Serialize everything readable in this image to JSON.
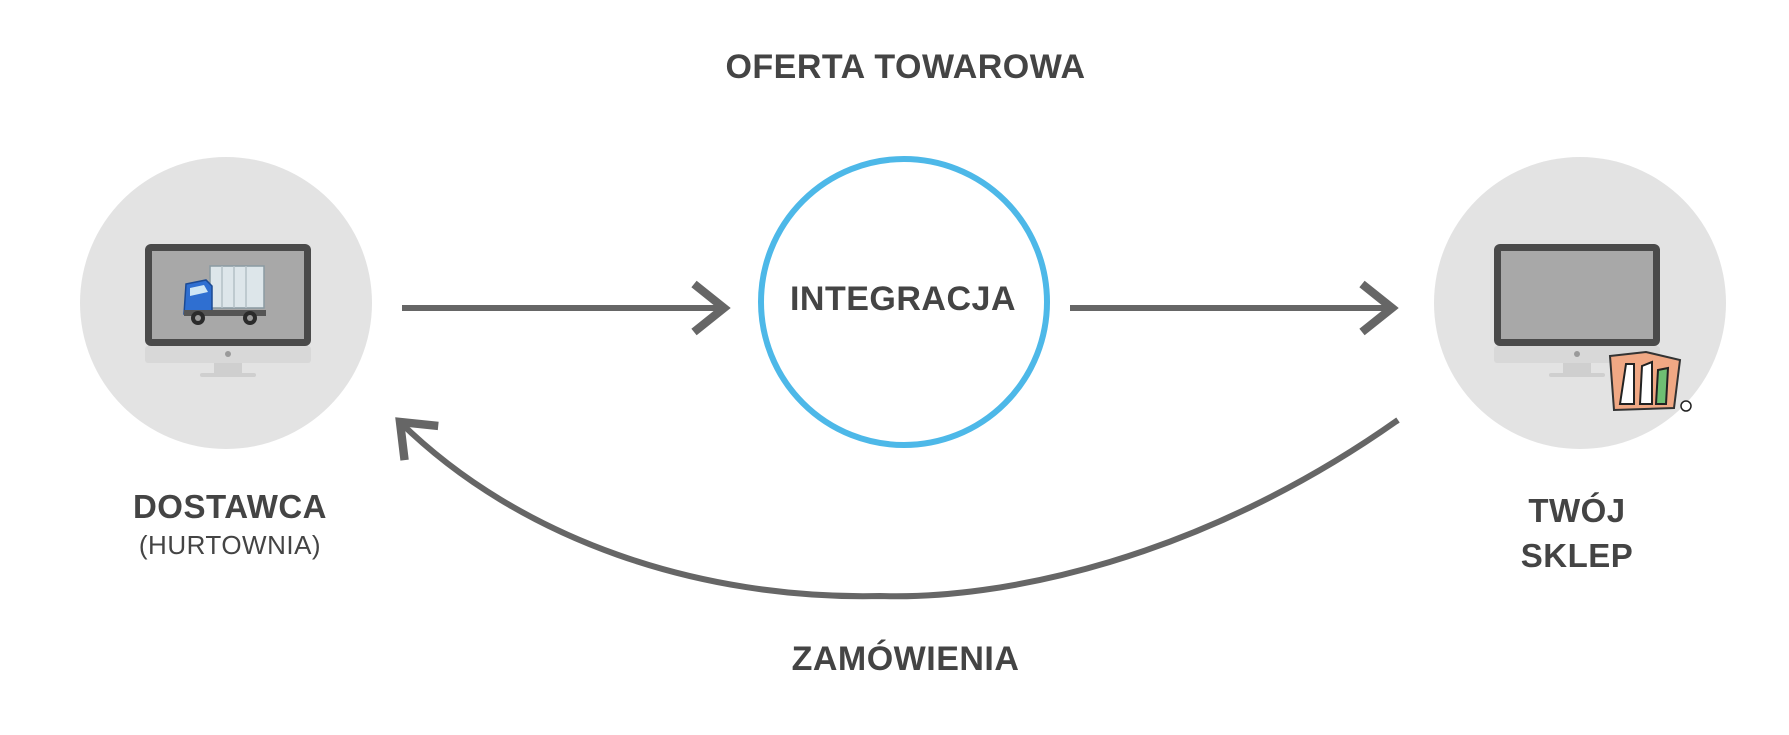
{
  "diagram": {
    "title_top": "OFERTA TOWAROWA",
    "title_bottom": "ZAMÓWIENIA",
    "center_node": {
      "label": "INTEGRACJA",
      "border_color": "#4db8e8"
    },
    "left_node": {
      "label": "DOSTAWCA",
      "sublabel": "(HURTOWNIA)",
      "icon": "truck-monitor-icon"
    },
    "right_node": {
      "label_line1": "TWÓJ",
      "label_line2": "SKLEP",
      "icon": "store-monitor-icon",
      "badge_icon": "shop-logo-icon"
    },
    "colors": {
      "arrow": "#666666",
      "node_bg": "#e3e3e3",
      "monitor_frame": "#4a4a4a",
      "monitor_screen": "#a8a8a8",
      "text": "#444444"
    }
  }
}
